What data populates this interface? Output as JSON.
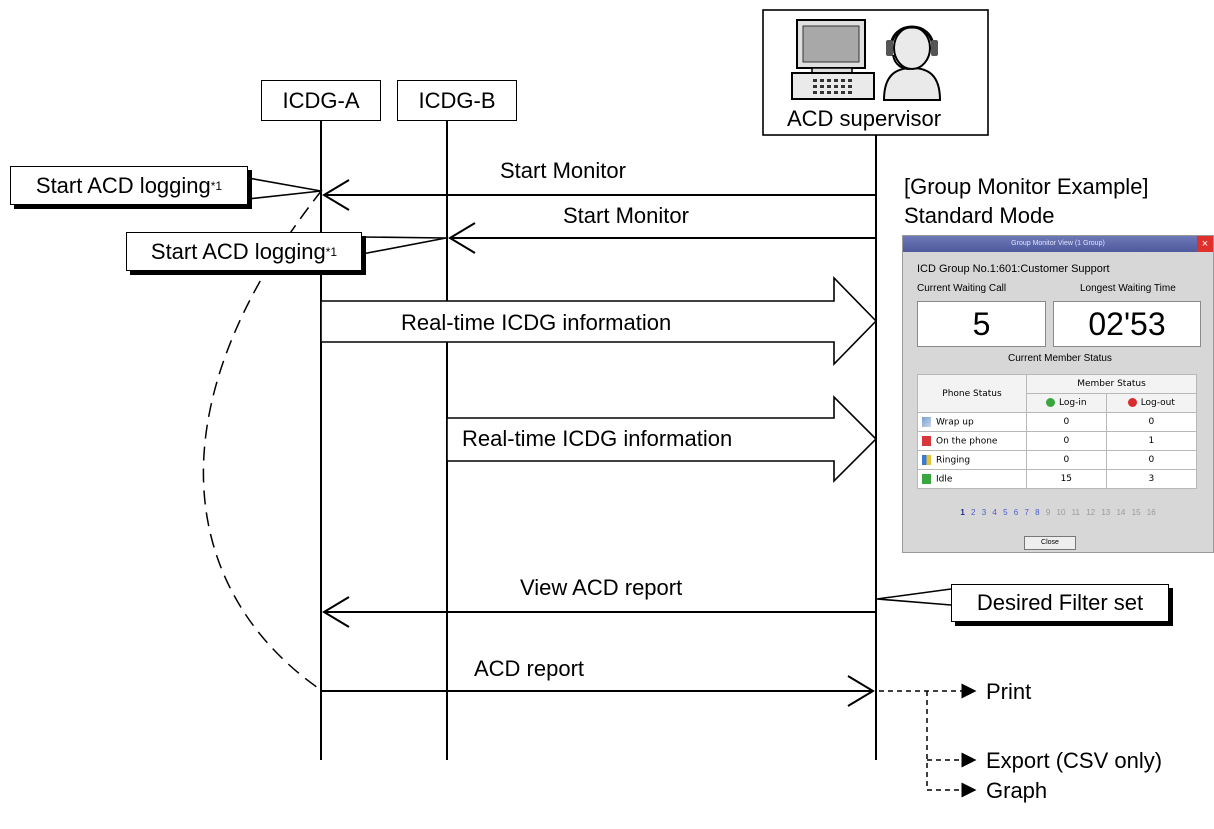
{
  "actors": {
    "icdg_a": "ICDG-A",
    "icdg_b": "ICDG-B",
    "supervisor": "ACD supervisor"
  },
  "messages": {
    "start_monitor_1": "Start Monitor",
    "start_monitor_2": "Start Monitor",
    "realtime_1": "Real-time ICDG information",
    "realtime_2": "Real-time ICDG information",
    "view_report": "View ACD report",
    "acd_report": "ACD report"
  },
  "callouts": {
    "logging_a": "Start ACD logging",
    "logging_b": "Start ACD logging",
    "footnote_mark": "*1",
    "filter": "Desired Filter set"
  },
  "outputs": {
    "print": "Print",
    "export": "Export (CSV only)",
    "graph": "Graph"
  },
  "example": {
    "title": "[Group Monitor Example]",
    "mode": "Standard Mode"
  },
  "monitor": {
    "window_title": "Group Monitor View (1 Group)",
    "close_x": "×",
    "group": "ICD Group No.1:601:Customer Support",
    "waiting_label": "Current Waiting Call",
    "longest_label": "Longest Waiting Time",
    "waiting_value": "5",
    "longest_value": "02'53",
    "member_status_caption": "Current Member Status",
    "col_phone": "Phone Status",
    "col_member": "Member Status",
    "col_login": "Log-in",
    "col_logout": "Log-out",
    "rows": [
      {
        "status": "Wrap up",
        "login": "0",
        "logout": "0"
      },
      {
        "status": "On the phone",
        "login": "0",
        "logout": "1"
      },
      {
        "status": "Ringing",
        "login": "0",
        "logout": "0"
      },
      {
        "status": "Idle",
        "login": "15",
        "logout": "3"
      }
    ],
    "pages": [
      "1",
      "2",
      "3",
      "4",
      "5",
      "6",
      "7",
      "8",
      "9",
      "10",
      "11",
      "12",
      "13",
      "14",
      "15",
      "16"
    ],
    "close_button": "Close",
    "colors": {
      "login": "#3aa640",
      "logout": "#d92b2b",
      "active_page": "#1b2a8a",
      "link_page": "#4a5bd0",
      "inactive_page": "#9a9a9a"
    }
  }
}
